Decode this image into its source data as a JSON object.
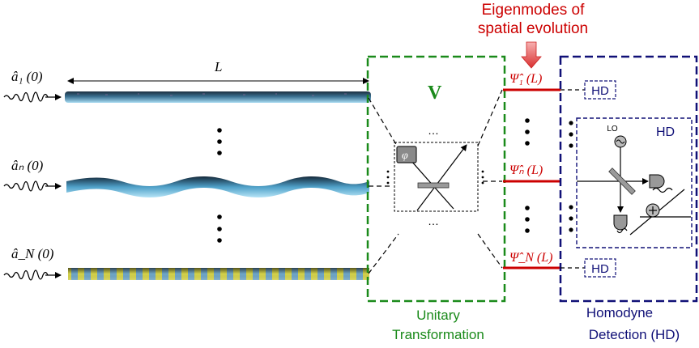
{
  "inputs": [
    {
      "label": "â₁ (0)"
    },
    {
      "label": "âₙ (0)"
    },
    {
      "label": "â_N (0)"
    }
  ],
  "length_label": "L",
  "unitary": {
    "symbol": "V",
    "caption_line1": "Unitary",
    "caption_line2": "Transformation",
    "phase_symbol": "φ"
  },
  "eigenmodes": {
    "title_line1": "Eigenmodes of",
    "title_line2": "spatial evolution",
    "outputs": [
      "Ψ̂₁ (L)",
      "Ψ̂ₙ (L)",
      "Ψ̂_N (L)"
    ]
  },
  "detection": {
    "hd_small_top": "HD",
    "hd_small_bottom": "HD",
    "hd_large": "HD",
    "lo_label": "LO",
    "caption_line1": "Homodyne",
    "caption_line2": "Detection (HD)"
  },
  "colors": {
    "green": "#1a8a1a",
    "red": "#cc0000",
    "navy": "#101077"
  },
  "dots_symbol": "…"
}
